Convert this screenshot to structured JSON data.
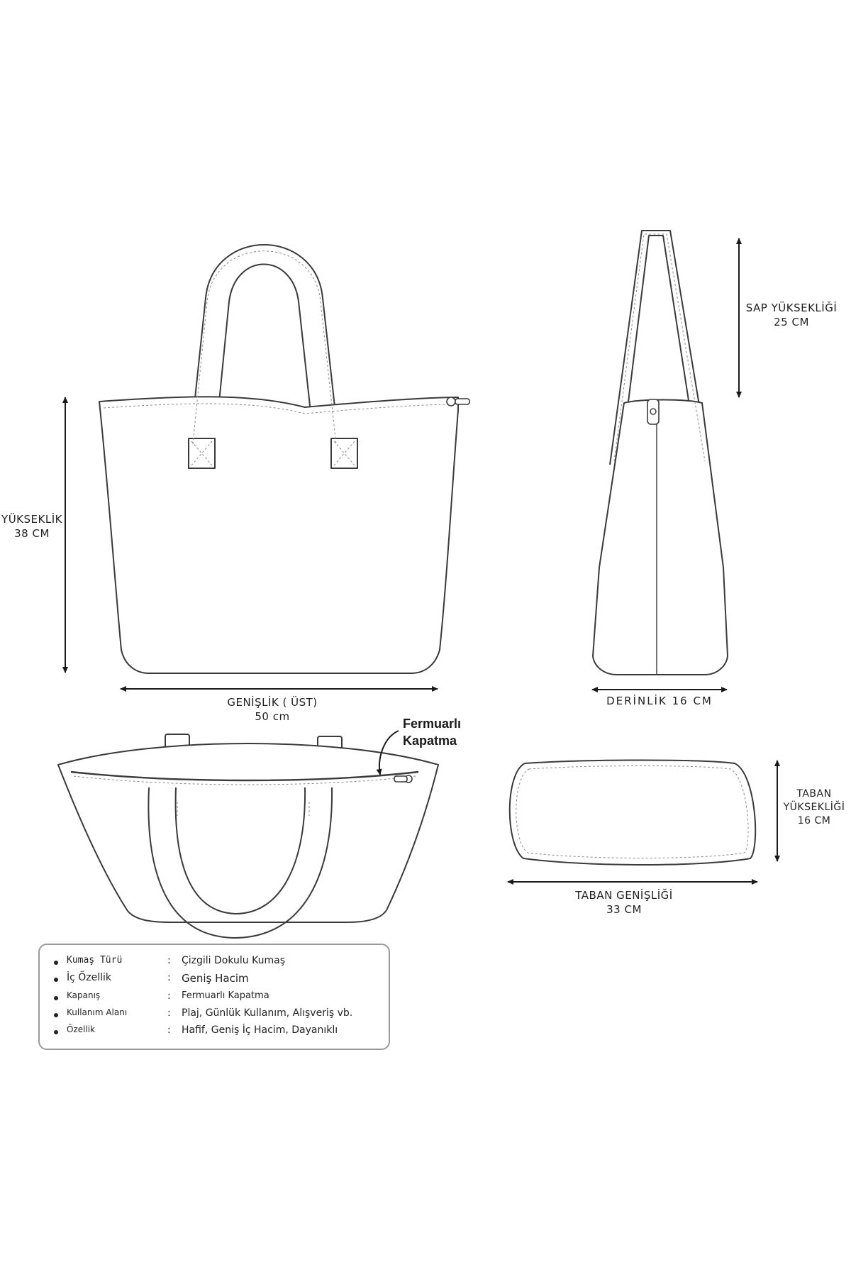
{
  "labels": {
    "height": [
      "YÜKSEKLİK",
      "38 CM"
    ],
    "width_top": [
      "GENİŞLİK ( ÜST)",
      "50 cm"
    ],
    "handle_height": [
      "SAP YÜKSEKLİĞİ",
      "25 CM"
    ],
    "depth": "DERİNLİK 16 CM",
    "zipper": [
      "Fermuarlı",
      "Kapatma"
    ],
    "base_height": [
      "TABAN",
      "YÜKSEKLİĞİ",
      "16 CM"
    ],
    "base_width": [
      "TABAN GENİŞLİĞİ",
      "33 CM"
    ]
  },
  "spec_table": [
    {
      "key": "Kumaş Türü",
      "value": "Çizgili Dokulu Kumaş"
    },
    {
      "key": "İç Özellik",
      "value": "Geniş Hacim"
    },
    {
      "key": "Kapanış",
      "value": "Fermuarlı Kapatma"
    },
    {
      "key": "Kullanım Alanı",
      "value": "Plaj, Günlük Kullanım, Alışveriş vb."
    },
    {
      "key": "Özellik",
      "value": "Hafif, Geniş İç Hacim, Dayanıklı"
    }
  ],
  "colors": {
    "line": "#3a3a3a",
    "stitch": "#8a8a8a",
    "frame": "#9a9a9a"
  }
}
